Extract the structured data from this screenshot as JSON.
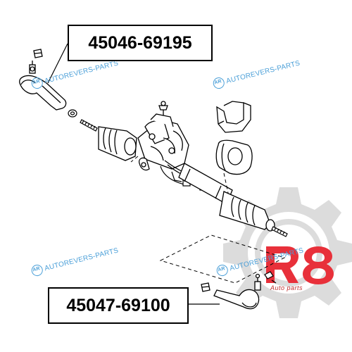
{
  "labels": {
    "top_part_number": "45046-69195",
    "bottom_part_number": "45047-69100"
  },
  "watermark": {
    "text": "AUTOREVERS-PARTS",
    "color": "#4a9fd8"
  },
  "brand": {
    "logo_letters": "R8",
    "tagline": "Auto parts",
    "logo_color": "#e8303a",
    "gear_color": "#dcdcdc"
  },
  "icons": [
    "gear-icon",
    "autorevers-logo-icon"
  ]
}
